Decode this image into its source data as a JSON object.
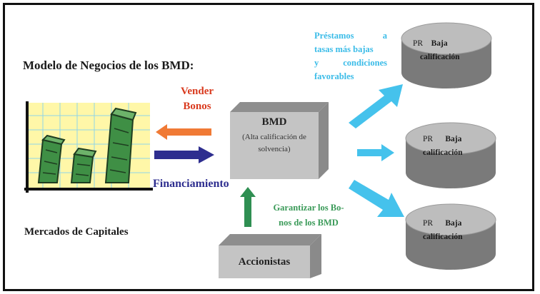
{
  "title": "Modelo de Negocios de los BMD:",
  "mercados_label": "Mercados de Capitales",
  "vender_line1": "Vender",
  "vender_line2": "Bonos",
  "financiamiento": "Financiamiento",
  "bmd": {
    "label": "BMD",
    "sub_line1": "(Alta calificación de",
    "sub_line2": "solvencia)"
  },
  "accionistas": "Accionistas",
  "prestamos_line1": "Préstamos a",
  "prestamos_line2": "tasas más bajas",
  "prestamos_line3": "y condiciones",
  "prestamos_line4": "favorables",
  "garantizar_line1": "Garantizar los Bo-",
  "garantizar_line2": "nos de los BMD",
  "borrowers": [
    {
      "pr": "PR",
      "baja": "Baja",
      "calificacion": "calificación"
    },
    {
      "pr": "PR",
      "baja": "Baja",
      "calificacion": "calificación"
    },
    {
      "pr": "PR",
      "baja": "Baja",
      "calificacion": "calificación"
    }
  ],
  "colors": {
    "vender": "#d93a1e",
    "financiamiento": "#2e2e8f",
    "prestamos": "#3bbce8",
    "garantizar": "#3a9a58",
    "box_gray": "#bdbdbd"
  }
}
